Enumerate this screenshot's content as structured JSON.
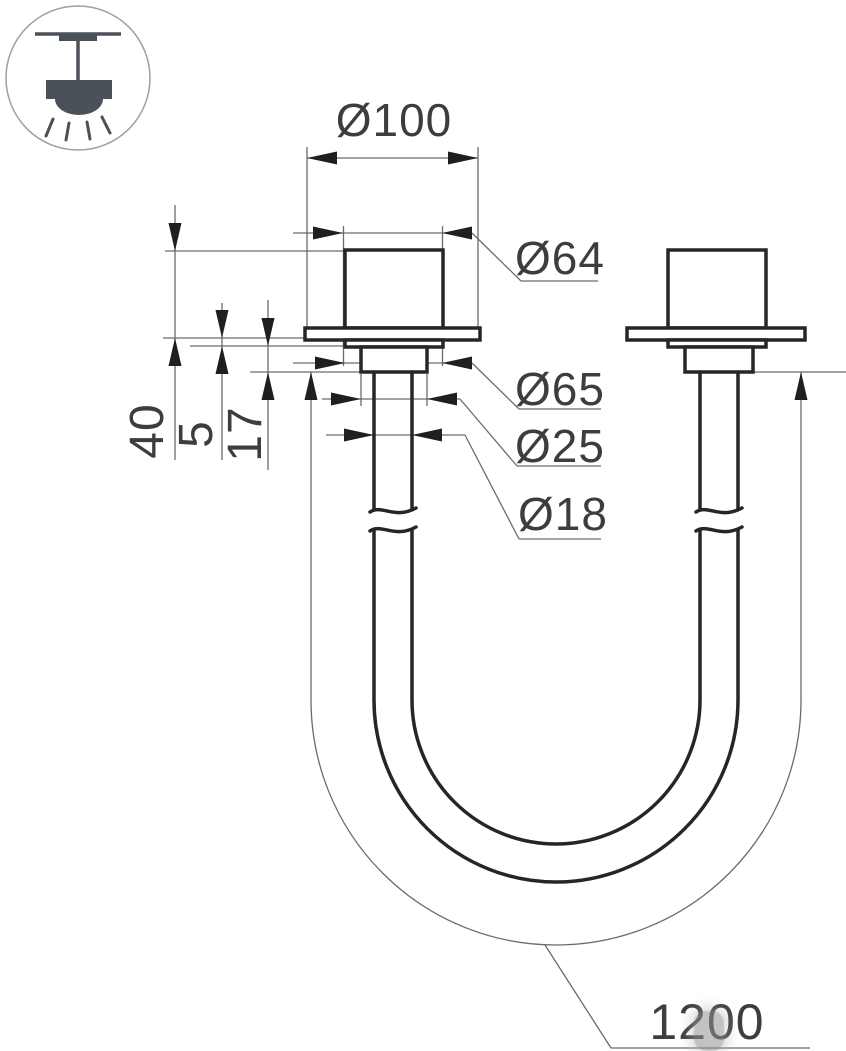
{
  "drawing": {
    "icon": {
      "name": "ceiling-pendant-mount-icon"
    },
    "labels": {
      "d100": "Ø100",
      "d64": "Ø64",
      "d65": "Ø65",
      "d25": "Ø25",
      "d18": "Ø18",
      "h40": "40",
      "h5": "5",
      "h17": "17",
      "len1200": "1200"
    },
    "colors": {
      "thick_line": "#262626",
      "thin_line": "#6b6b6b",
      "arrow": "#1f1f1f",
      "text": "#3d3d3d",
      "icon": "#4b5158",
      "watermark": "#a0a0a0"
    }
  }
}
